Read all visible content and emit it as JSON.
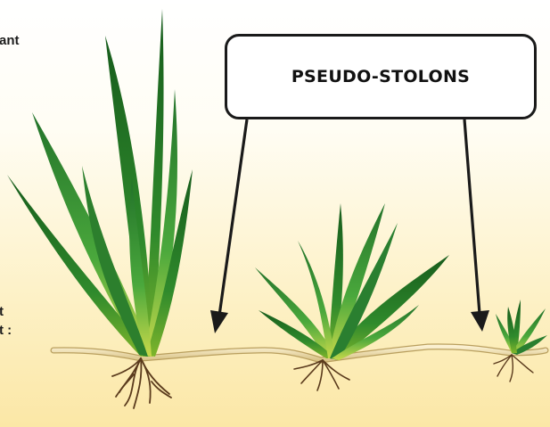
{
  "left_text_fragments": [
    "ant",
    "t",
    "t :"
  ],
  "callout": {
    "label": "PSEUDO-STOLONS"
  },
  "colors": {
    "background_top": "#ffffff",
    "background_bottom": "#fbe7a6",
    "leaf_dark": "#1f6b23",
    "leaf_light": "#47a83a",
    "stolon": "#efe0b4",
    "roots": "#5a3a1c",
    "arrow": "#1a1a1a"
  },
  "icons": [
    "grass-plant-large",
    "grass-plant-medium",
    "grass-plant-small",
    "arrow-down"
  ]
}
